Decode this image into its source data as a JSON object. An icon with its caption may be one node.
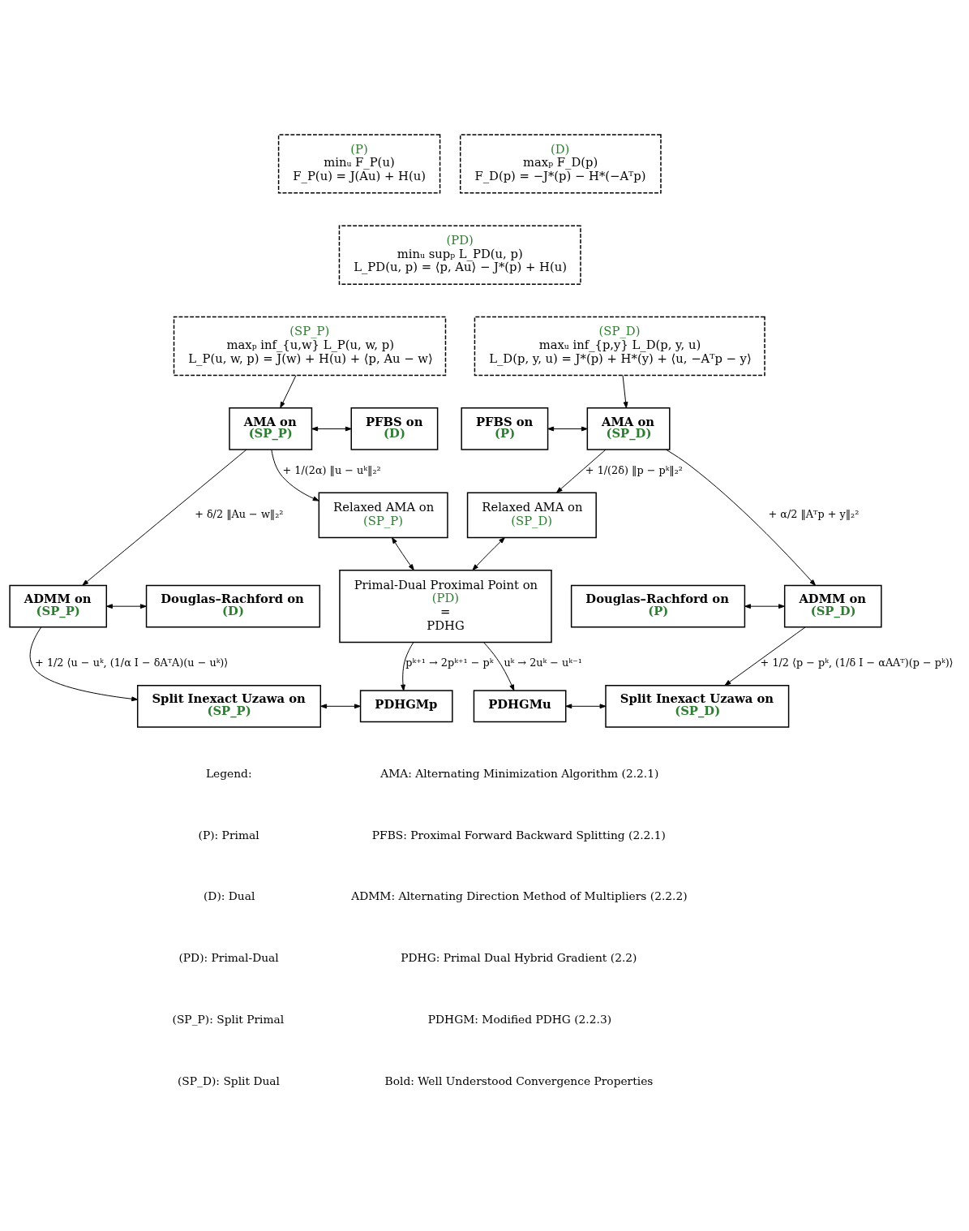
{
  "diagram": {
    "nodes": [
      {
        "text": [
          "(P)",
          "minᵤ F_P(u)",
          "F_P(u) = J(Au) + H(u)"
        ]
      },
      {
        "text": [
          "(D)",
          "maxₚ F_D(p)",
          "F_D(p) = −J*(p) − H*(−Aᵀp)"
        ]
      },
      {
        "text": [
          "(PD)",
          "minᵤ supₚ L_PD(u, p)",
          "L_PD(u, p) = ⟨p, Au⟩ − J*(p) + H(u)"
        ]
      },
      {
        "text": [
          "(SP_P)",
          "maxₚ inf_{u,w} L_P(u, w, p)",
          "L_P(u, w, p) = J(w) + H(u) + ⟨p, Au − w⟩"
        ]
      },
      {
        "text": [
          "(SP_D)",
          "maxᵤ inf_{p,y} L_D(p, y, u)",
          "L_D(p, y, u) = J*(p) + H*(y) + ⟨u, −Aᵀp − y⟩"
        ]
      },
      {
        "text": [
          "AMA on",
          "(SP_P)"
        ]
      },
      {
        "text": [
          "PFBS on",
          "(D)"
        ]
      },
      {
        "text": [
          "PFBS on",
          "(P)"
        ]
      },
      {
        "text": [
          "AMA on",
          "(SP_D)"
        ]
      },
      {
        "text": [
          "Relaxed AMA on",
          "(SP_P)"
        ]
      },
      {
        "text": [
          "Relaxed AMA on",
          "(SP_D)"
        ]
      },
      {
        "text": [
          "ADMM on",
          "(SP_P)"
        ]
      },
      {
        "text": [
          "Douglas–Rachford on",
          "(D)"
        ]
      },
      {
        "text": [
          "Primal-Dual Proximal Point on",
          "(PD)",
          "=",
          "PDHG"
        ]
      },
      {
        "text": [
          "Douglas–Rachford on",
          "(P)"
        ]
      },
      {
        "text": [
          "ADMM on",
          "(SP_D)"
        ]
      },
      {
        "text": [
          "Split Inexact Uzawa on",
          "(SP_P)"
        ]
      },
      {
        "text": [
          "PDHGMp"
        ]
      },
      {
        "text": [
          "PDHGMu"
        ]
      },
      {
        "text": [
          "Split Inexact Uzawa on",
          "(SP_D)"
        ]
      }
    ],
    "edges": [
      {
        "from": 3,
        "to": 5,
        "arrow": "to"
      },
      {
        "from": 4,
        "to": 8,
        "arrow": "to"
      },
      {
        "from": 5,
        "to": 6,
        "arrow": "both"
      },
      {
        "from": 7,
        "to": 8,
        "arrow": "both"
      },
      {
        "from": 5,
        "to": 9,
        "arrow": "to",
        "label": "+ 1/(2α) ‖u − uᵏ‖₂²"
      },
      {
        "from": 8,
        "to": 10,
        "arrow": "to",
        "label": "+ 1/(2δ) ‖p − pᵏ‖₂²"
      },
      {
        "from": 5,
        "to": 11,
        "arrow": "to",
        "label": "+ δ/2 ‖Au − w‖₂²"
      },
      {
        "from": 8,
        "to": 15,
        "arrow": "to",
        "label": "+ α/2 ‖Aᵀp + y‖₂²"
      },
      {
        "from": 9,
        "to": 13,
        "arrow": "both"
      },
      {
        "from": 10,
        "to": 13,
        "arrow": "both"
      },
      {
        "from": 11,
        "to": 12,
        "arrow": "both"
      },
      {
        "from": 14,
        "to": 15,
        "arrow": "both"
      },
      {
        "from": 11,
        "to": 16,
        "arrow": "to",
        "label": "+ 1/2 ⟨u − uᵏ, (1/α I − δAᵀA)(u − uᵏ)⟩"
      },
      {
        "from": 13,
        "to": 17,
        "arrow": "to",
        "label": "pᵏ⁺¹ → 2pᵏ⁺¹ − pᵏ"
      },
      {
        "from": 13,
        "to": 18,
        "arrow": "to",
        "label": "uᵏ → 2uᵏ − uᵏ⁻¹"
      },
      {
        "from": 15,
        "to": 19,
        "arrow": "to",
        "label": "+ 1/2 ⟨p − pᵏ, (1/δ I − αAAᵀ)(p − pᵏ)⟩"
      },
      {
        "from": 16,
        "to": 17,
        "arrow": "both"
      },
      {
        "from": 18,
        "to": 19,
        "arrow": "both"
      }
    ],
    "labels": [
      "Legend:",
      "(P): Primal",
      "(D): Dual",
      "(PD): Primal-Dual",
      "(SP_P): Split Primal",
      "(SP_D): Split Dual",
      "AMA: Alternating Minimization Algorithm (2.2.1)",
      "PFBS: Proximal Forward Backward Splitting (2.2.1)",
      "ADMM: Alternating Direction Method of Multipliers (2.2.2)",
      "PDHG: Primal Dual Hybrid Gradient (2.2)",
      "PDHGM: Modified PDHG (2.2.3)",
      "Bold: Well Understood Convergence Properties"
    ]
  }
}
